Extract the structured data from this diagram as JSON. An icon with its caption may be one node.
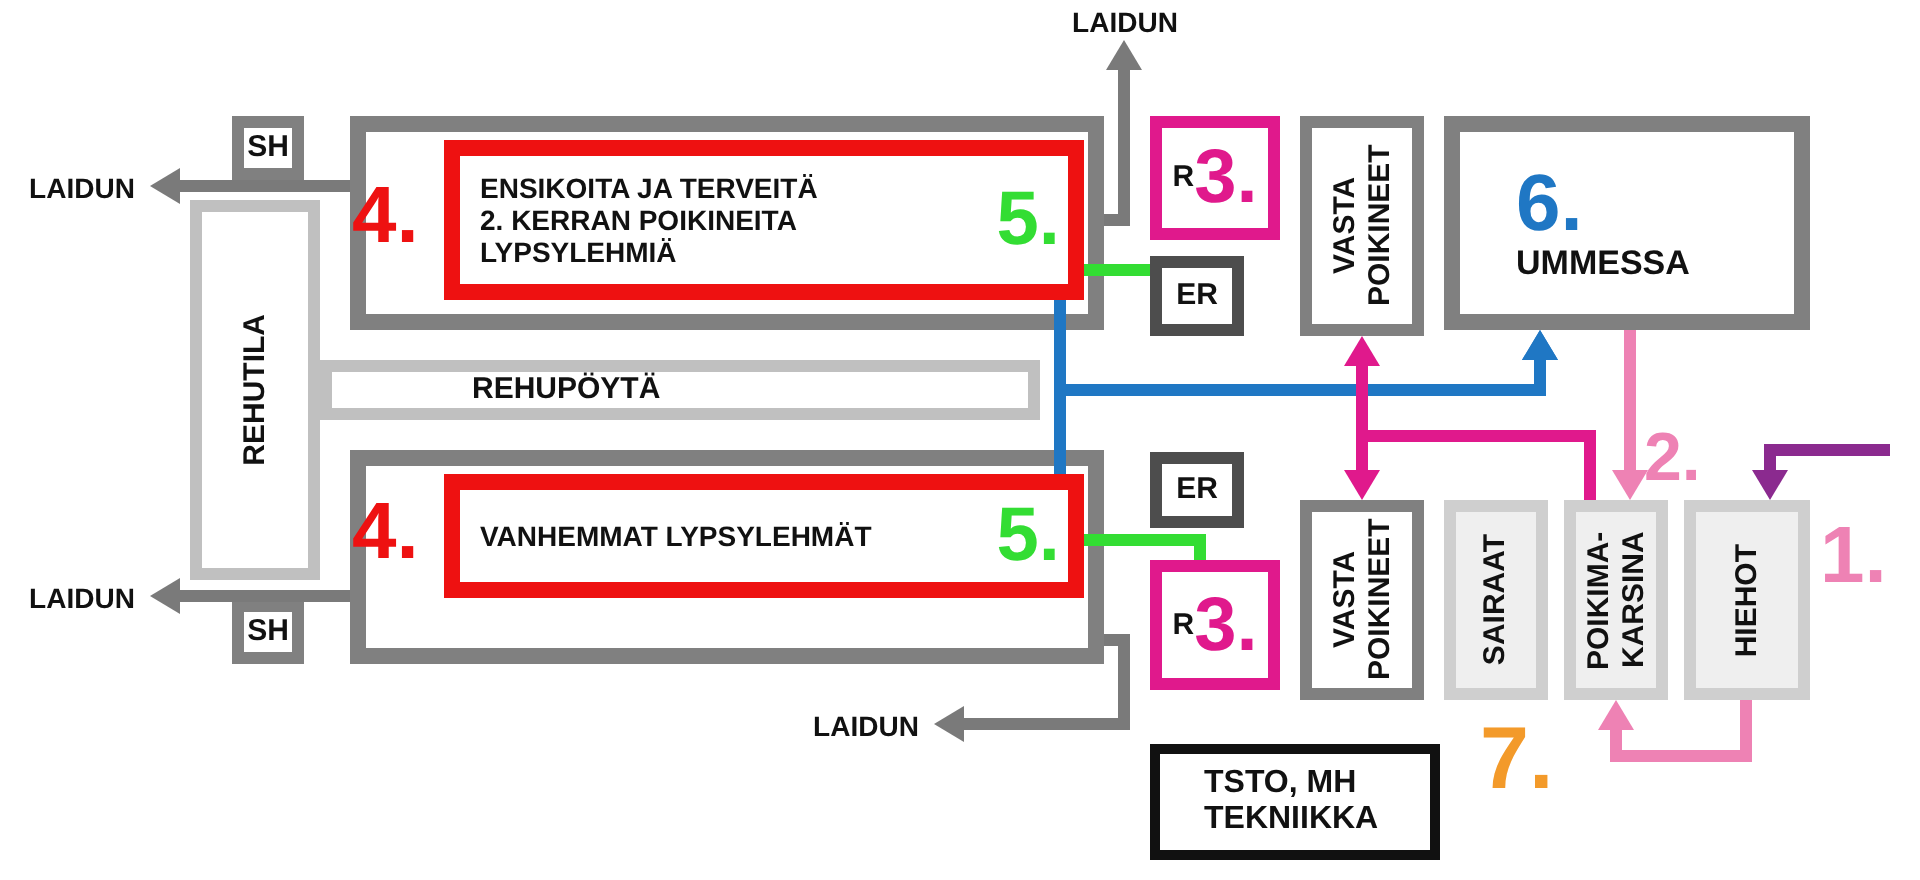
{
  "diagram": {
    "nodes": [
      {
        "text": [
          "SH"
        ]
      },
      {
        "text": [],
        "shape": "box"
      },
      {
        "text": [
          "ENSIKOITA JA TERVEITÄ 2. KERRAN POIKINEITA LYPSYLEHMIÄ",
          "5."
        ],
        "in": 1,
        "beside": [
          "4."
        ]
      },
      {
        "text": [
          "R",
          "3."
        ]
      },
      {
        "text": [
          "ER"
        ]
      },
      {
        "text": [
          "VASTA POIKINEET"
        ]
      },
      {
        "text": [
          "6.",
          "UMMESSA"
        ]
      },
      {
        "text": [
          "REHUTILA"
        ]
      },
      {
        "text": [
          "REHUPÖYTÄ"
        ]
      },
      {
        "text": [],
        "shape": "box"
      },
      {
        "text": [
          "VANHEMMAT LYPSYLEHMÄT",
          "5."
        ],
        "in": 9,
        "beside": [
          "4."
        ]
      },
      {
        "text": [
          "SH"
        ]
      },
      {
        "text": [
          "ER"
        ]
      },
      {
        "text": [
          "R",
          "3."
        ]
      },
      {
        "text": [
          "VASTA POIKINEET"
        ]
      },
      {
        "text": [
          "SAIRAAT"
        ]
      },
      {
        "text": [
          "POIKIMA- KARSINA"
        ]
      },
      {
        "text": [
          "HIEHOT"
        ]
      },
      {
        "text": [
          "TSTO, MH TEKNIIKKA"
        ]
      },
      {
        "text": [
          "LAIDUN"
        ]
      },
      {
        "text": [
          "LAIDUN"
        ]
      },
      {
        "text": [
          "LAIDUN"
        ]
      },
      {
        "text": [
          "LAIDUN"
        ]
      }
    ],
    "edges": [
      {
        "from": 1,
        "to": 19,
        "arrow": "to"
      },
      {
        "from": 1,
        "to": 20,
        "arrow": "to"
      },
      {
        "from": 9,
        "to": 21,
        "arrow": "to"
      },
      {
        "from": 9,
        "to": 22,
        "arrow": "to"
      },
      {
        "from": 2,
        "to": 4,
        "arrow": "none",
        "color": "#33dd33"
      },
      {
        "from": 10,
        "to": 13,
        "arrow": "none",
        "color": "#33dd33"
      },
      {
        "from": 2,
        "to": 6,
        "arrow": "to",
        "color": "#1f77c4"
      },
      {
        "from": 10,
        "to": 6,
        "arrow": "to",
        "color": "#1f77c4"
      },
      {
        "from": 16,
        "to": 5,
        "arrow": "to",
        "color": "#e0198c"
      },
      {
        "from": 16,
        "to": 14,
        "arrow": "to",
        "color": "#e0198c"
      },
      {
        "from": 6,
        "to": 16,
        "arrow": "to",
        "color": "#ee82b4"
      },
      {
        "from": 17,
        "to": 16,
        "arrow": "to",
        "color": "#ee82b4"
      },
      {
        "from": null,
        "to": 17,
        "arrow": "to",
        "color": "#8b2a8f"
      }
    ],
    "labels": [
      "2.",
      "1.",
      "7."
    ]
  }
}
